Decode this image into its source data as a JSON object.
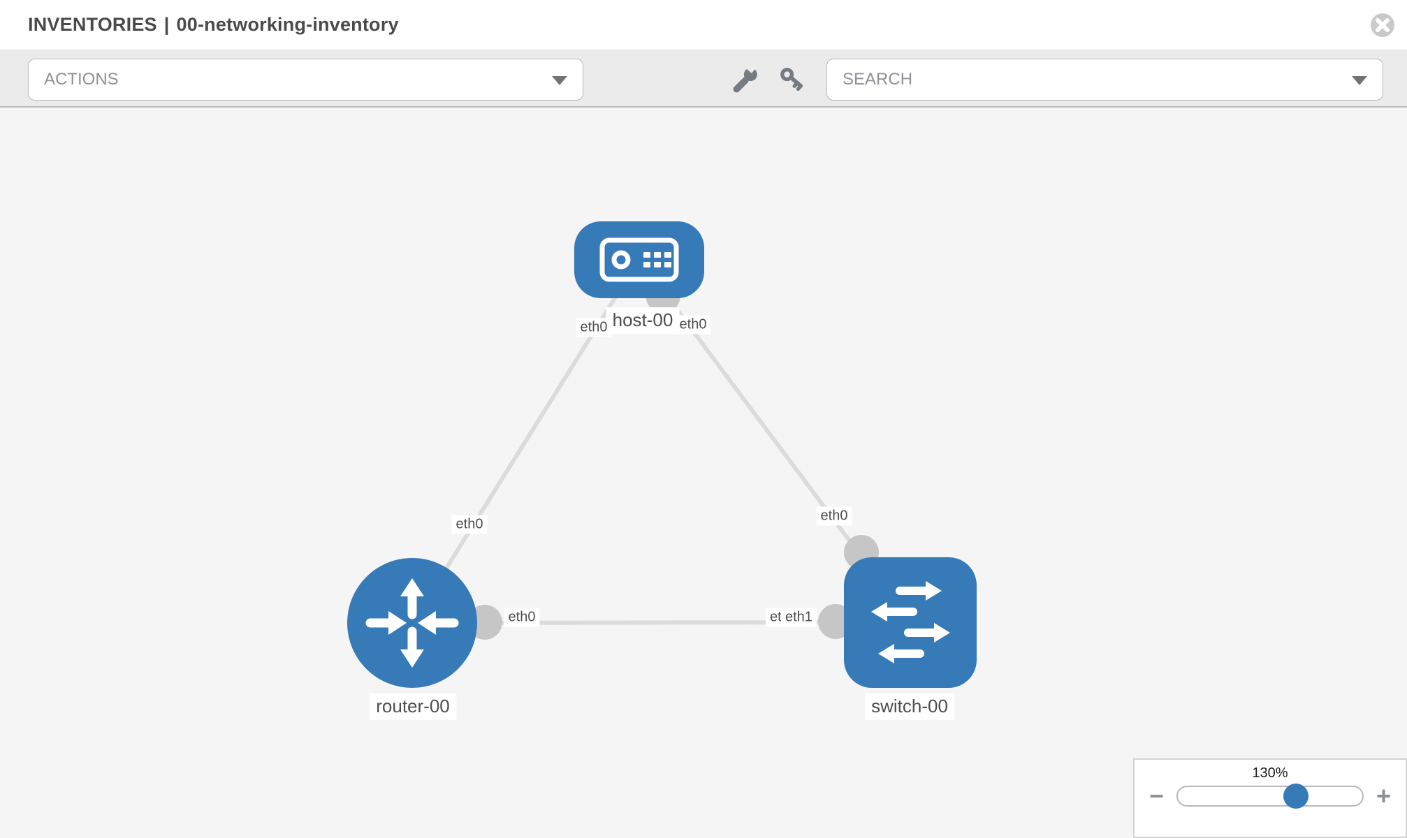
{
  "header": {
    "section": "INVENTORIES",
    "separator": "|",
    "inventory_name": "00-networking-inventory"
  },
  "toolbar": {
    "actions_label": "ACTIONS",
    "search_placeholder": "SEARCH"
  },
  "topology": {
    "nodes": [
      {
        "id": "host-00",
        "label": "host-00",
        "type": "host"
      },
      {
        "id": "router-00",
        "label": "router-00",
        "type": "router"
      },
      {
        "id": "switch-00",
        "label": "switch-00",
        "type": "switch"
      }
    ],
    "links": [
      {
        "from": "router-00",
        "to": "host-00",
        "from_interface": "eth0",
        "to_interface": "eth0"
      },
      {
        "from": "host-00",
        "to": "switch-00",
        "from_interface": "eth0",
        "to_interface": "eth0"
      },
      {
        "from": "router-00",
        "to": "switch-00",
        "from_interface": "eth0",
        "to_interfaces": [
          "eth0",
          "eth1"
        ]
      }
    ]
  },
  "zoom_control": {
    "level": "130%",
    "minus_label": "−",
    "plus_label": "+"
  },
  "colors": {
    "node_blue": "#377ab8",
    "link_gray": "#dbdbdb",
    "endpoint_gray": "#c6c6c6",
    "canvas_bg": "#f5f5f5"
  }
}
